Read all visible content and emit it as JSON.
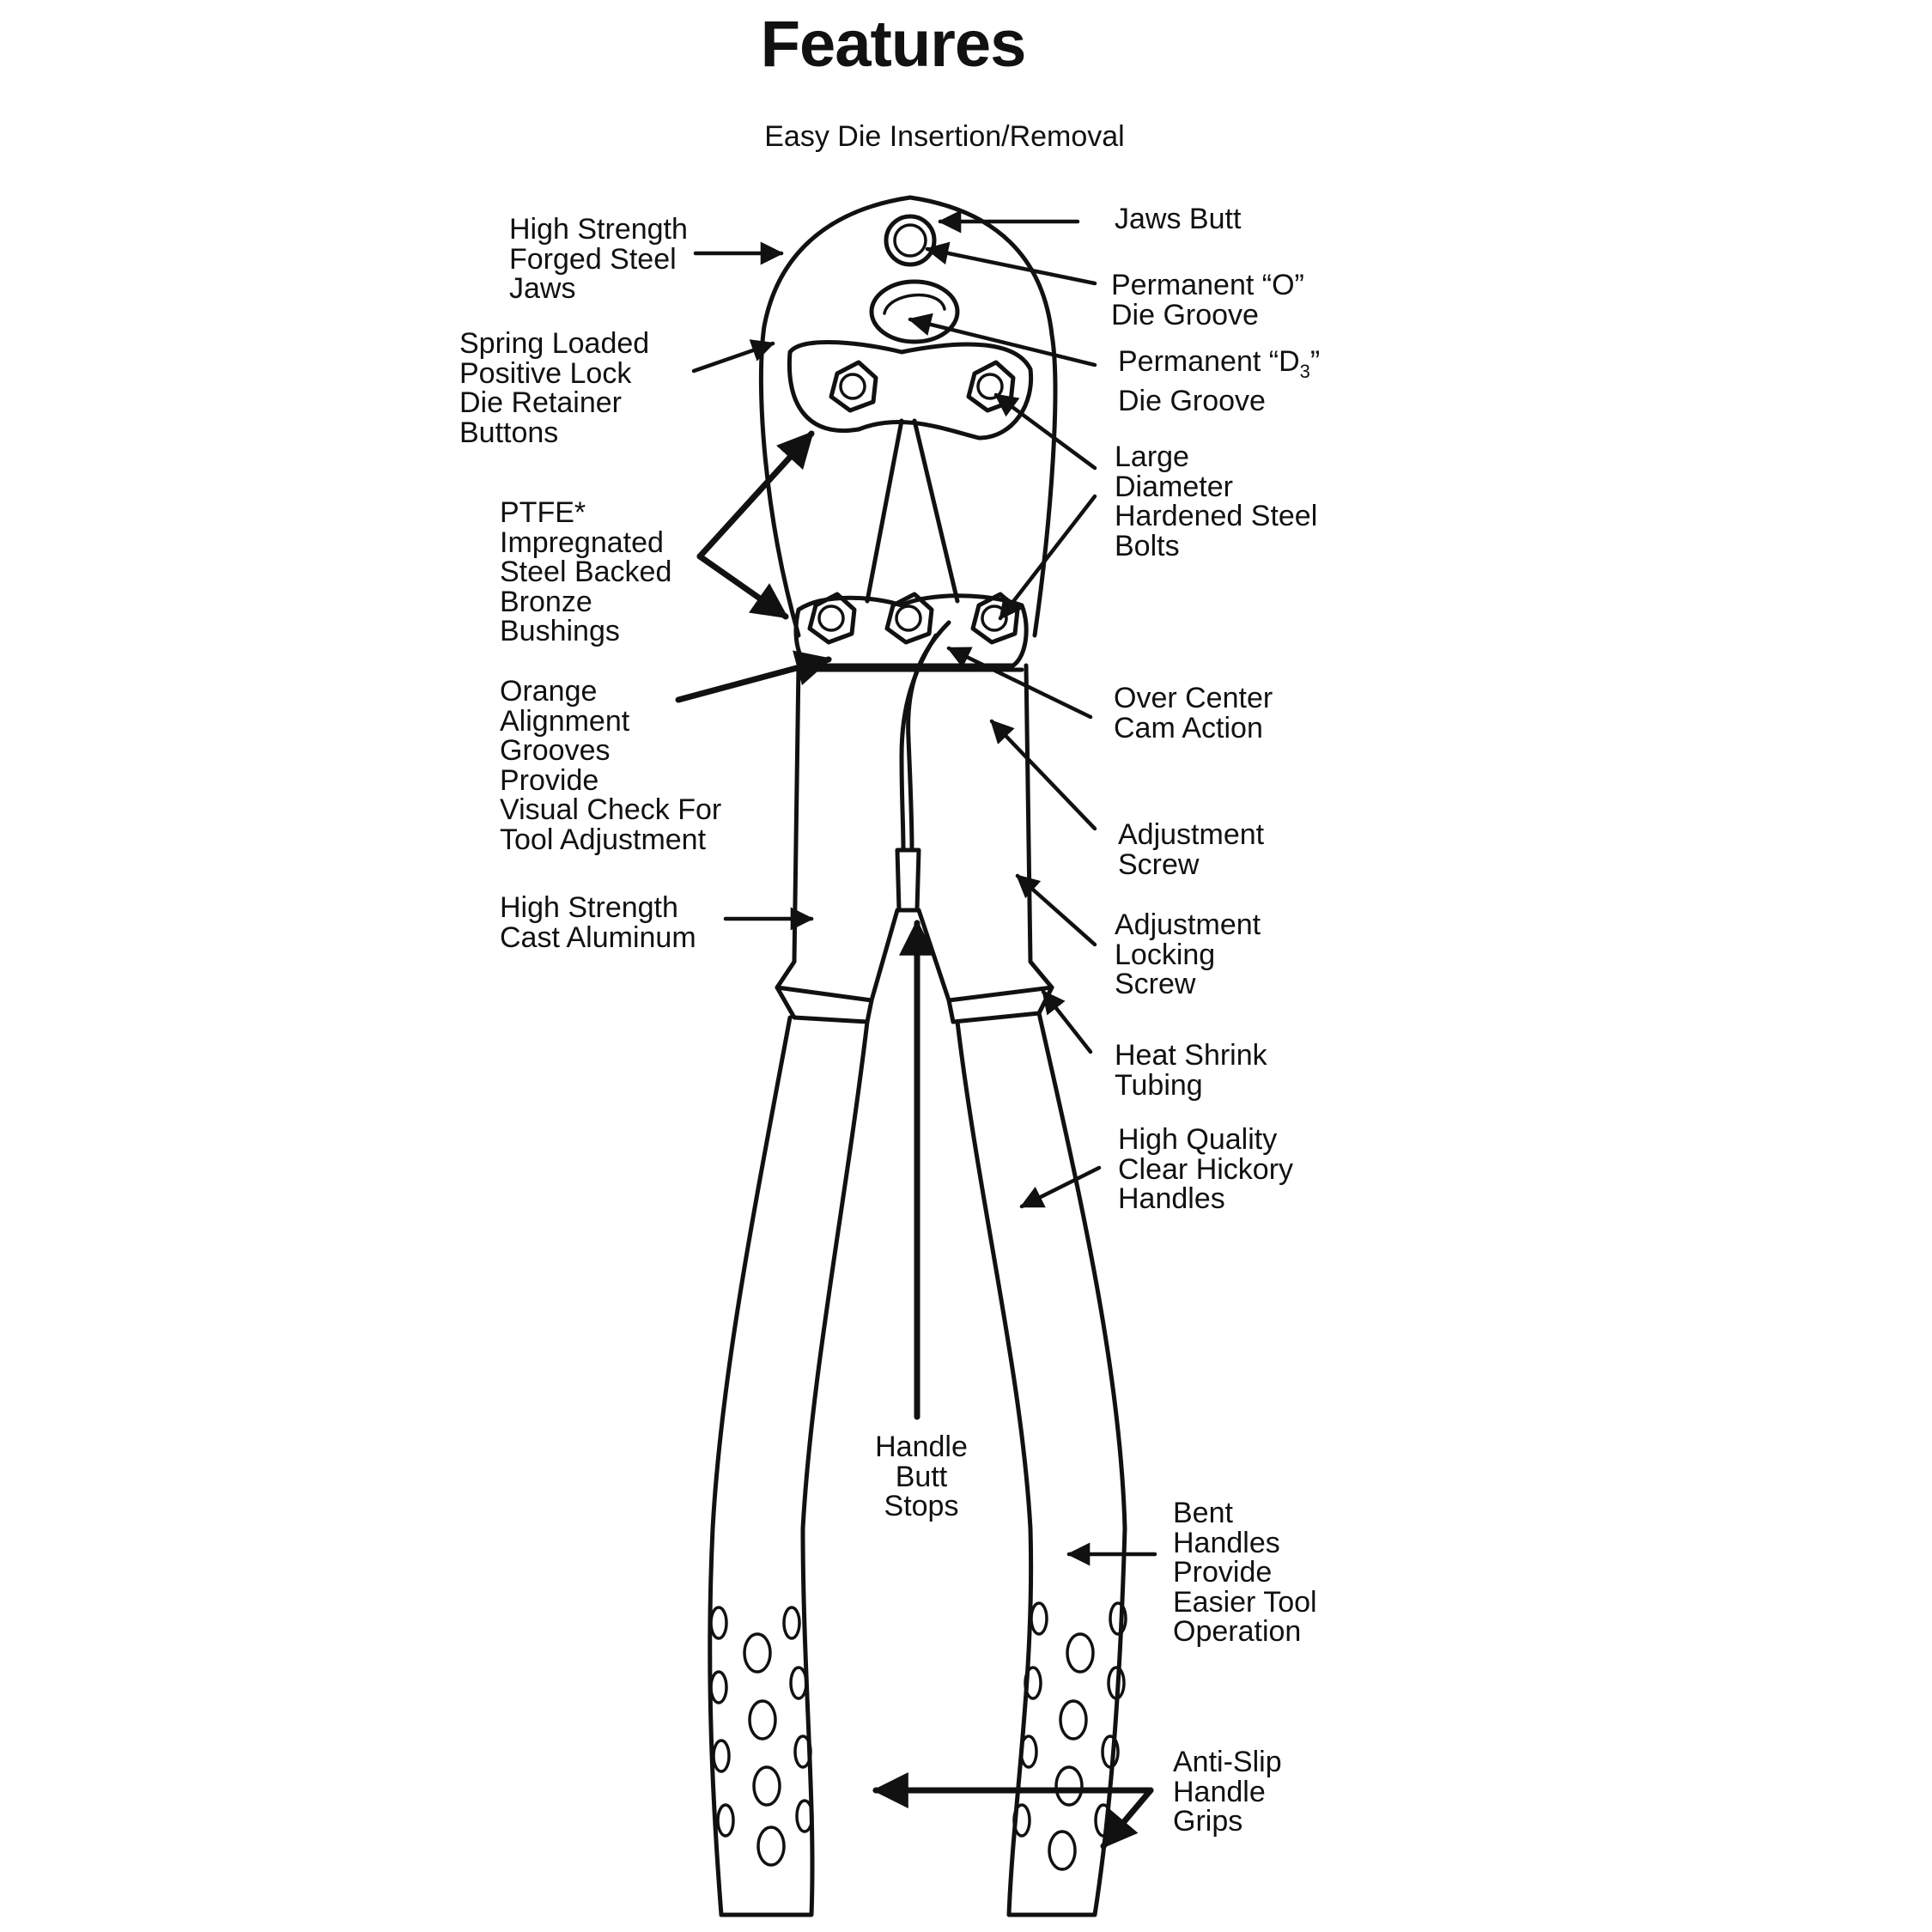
{
  "title": "Features",
  "subtitle": "Easy Die Insertion/Removal",
  "labels": {
    "jaws": [
      "High Strength",
      "Forged Steel",
      "Jaws"
    ],
    "spring": [
      "Spring Loaded",
      "Positive Lock",
      "Die Retainer",
      "Buttons"
    ],
    "ptfe": [
      "PTFE*",
      "Impregnated",
      "Steel Backed",
      "Bronze",
      "Bushings"
    ],
    "orange": [
      "Orange",
      "Alignment",
      "Grooves",
      "Provide",
      "Visual Check For",
      "Tool Adjustment"
    ],
    "cast": [
      "High Strength",
      "Cast Aluminum"
    ],
    "jaws_butt": [
      "Jaws Butt"
    ],
    "o_groove": [
      "Permanent “O”",
      "Die Groove"
    ],
    "d3_groove_prefix": "Permanent “D",
    "d3_groove_sub": "3",
    "d3_groove_suffix": "”",
    "d3_groove_line2": "Die Groove",
    "bolts": [
      "Large",
      "Diameter",
      "Hardened Steel",
      "Bolts"
    ],
    "cam": [
      "Over Center",
      "Cam Action"
    ],
    "adj_screw": [
      "Adjustment",
      "Screw"
    ],
    "adj_lock": [
      "Adjustment",
      "Locking",
      "Screw"
    ],
    "heat": [
      "Heat Shrink",
      "Tubing"
    ],
    "hickory": [
      "High Quality",
      "Clear Hickory",
      "Handles"
    ],
    "butt_stops": [
      "Handle",
      "Butt",
      "Stops"
    ],
    "bent": [
      "Bent",
      "Handles",
      "Provide",
      "Easier Tool",
      "Operation"
    ],
    "antislip": [
      "Anti-Slip",
      "Handle",
      "Grips"
    ]
  }
}
